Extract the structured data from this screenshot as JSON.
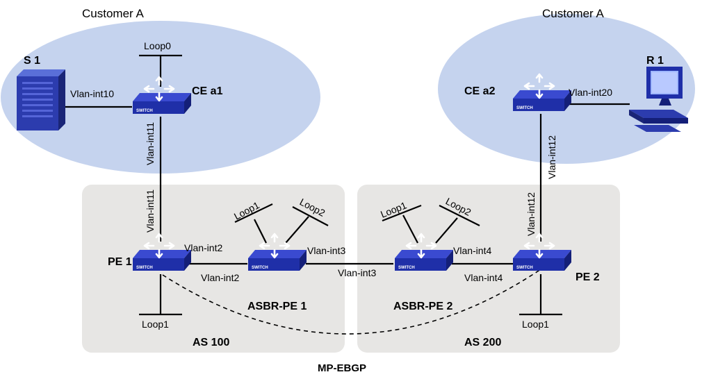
{
  "customers": {
    "left": "Customer A",
    "right": "Customer A"
  },
  "as_areas": {
    "as100": "AS 100",
    "as200": "AS 200"
  },
  "session": "MP-EBGP",
  "devices": {
    "ce_a1": "CE a1",
    "ce_a2": "CE a2",
    "pe1": "PE 1",
    "pe2": "PE 2",
    "asbr_pe1": "ASBR-PE 1",
    "asbr_pe2": "ASBR-PE 2",
    "s1": "S 1",
    "r1": "R 1",
    "switch_badge": "SWITCH"
  },
  "interfaces": {
    "ce_a1_loop0": "Loop0",
    "s1_vlan_int10": "Vlan-int10",
    "ce_a1_vlan_int11": "Vlan-int11",
    "pe1_vlan_int11": "Vlan-int11",
    "pe1_vlan_int2": "Vlan-int2",
    "asbr1_vlan_int2": "Vlan-int2",
    "pe1_loop1": "Loop1",
    "asbr1_loop1": "Loop1",
    "asbr1_loop2": "Loop2",
    "asbr1_vlan_int3": "Vlan-int3",
    "asbr2_vlan_int3": "Vlan-int3",
    "asbr2_loop1": "Loop1",
    "asbr2_loop2": "Loop2",
    "asbr2_vlan_int4": "Vlan-int4",
    "pe2_vlan_int4": "Vlan-int4",
    "pe2_vlan_int12": "Vlan-int12",
    "ce_a2_vlan_int12": "Vlan-int12",
    "pe2_loop1": "Loop1",
    "ce_a2_vlan_int20": "Vlan-int20"
  },
  "colors": {
    "customer_site": "#c5d3ee",
    "as_area": "#e7e6e4",
    "switch_face": "#1f2fa8",
    "switch_side": "#141f78",
    "link": "#000000"
  }
}
